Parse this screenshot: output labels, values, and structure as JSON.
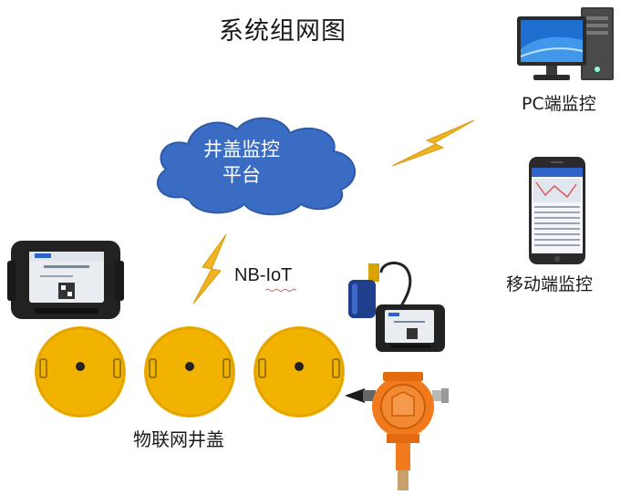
{
  "diagram": {
    "title": "系统组网图",
    "pc_label": "PC端监控",
    "mobile_label": "移动端监控",
    "cloud_line1": "井盖监控",
    "cloud_line2": "平台",
    "network_label": "NB-IoT",
    "manhole_label": "物联网井盖"
  },
  "colors": {
    "cloud": "#3f6fc4",
    "lightning": "#f0b422",
    "manhole": "#f2b200",
    "gas_detector": "#f07a1c",
    "device_body": "#262626"
  },
  "icons": [
    "monitor-icon",
    "pc-tower-icon",
    "smartphone-icon",
    "cloud-icon",
    "lightning-icon",
    "float-switch-icon",
    "gas-detector-icon",
    "sensor-device-icon",
    "manhole-cover-icon"
  ]
}
